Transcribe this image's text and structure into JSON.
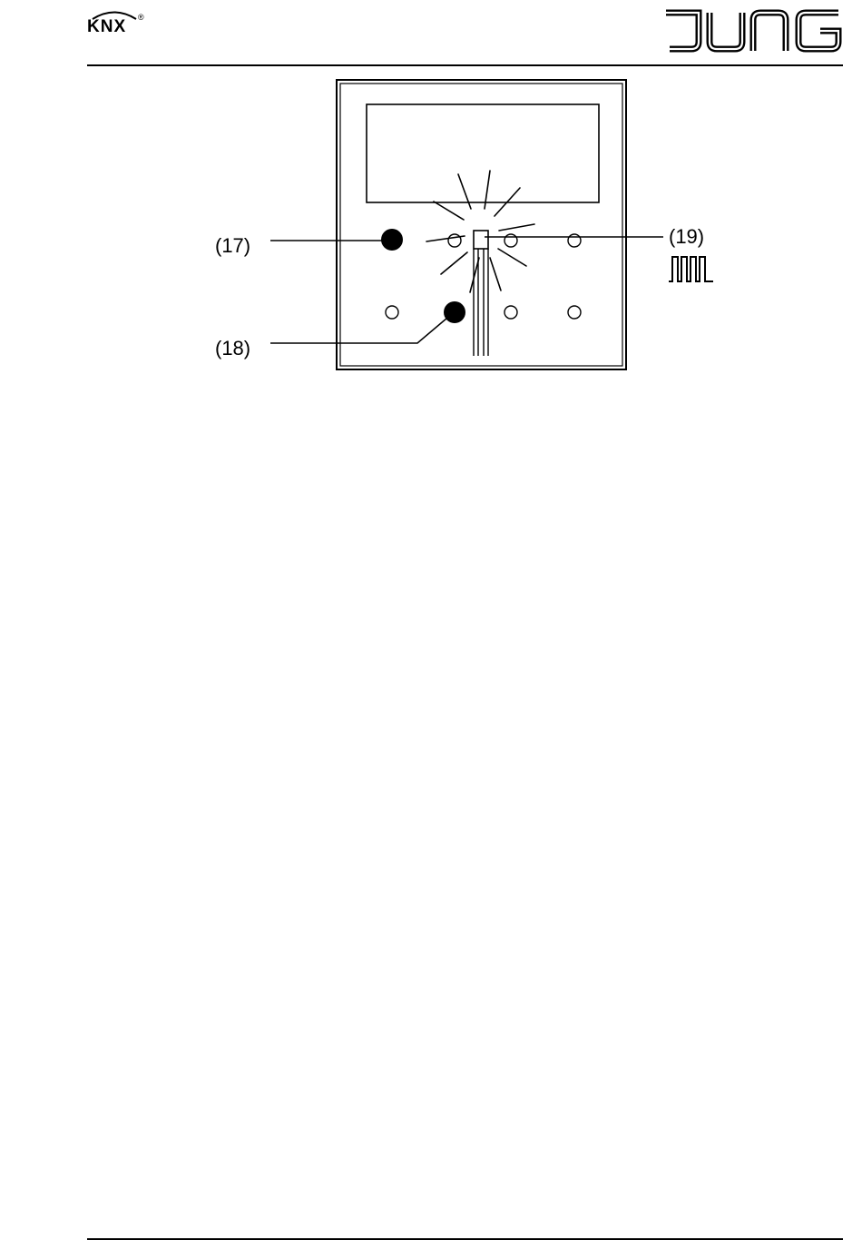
{
  "header": {
    "knx_logo_text": "KNX",
    "knx_registered": "®",
    "brand_logo_text": "JUNG"
  },
  "figure": {
    "callouts": [
      {
        "id": "17",
        "label": "(17)"
      },
      {
        "id": "18",
        "label": "(18)"
      },
      {
        "id": "19",
        "label": "(19)"
      }
    ],
    "icons": [
      "blinking-led-signal-icon",
      "flashing-rays-icon"
    ]
  }
}
